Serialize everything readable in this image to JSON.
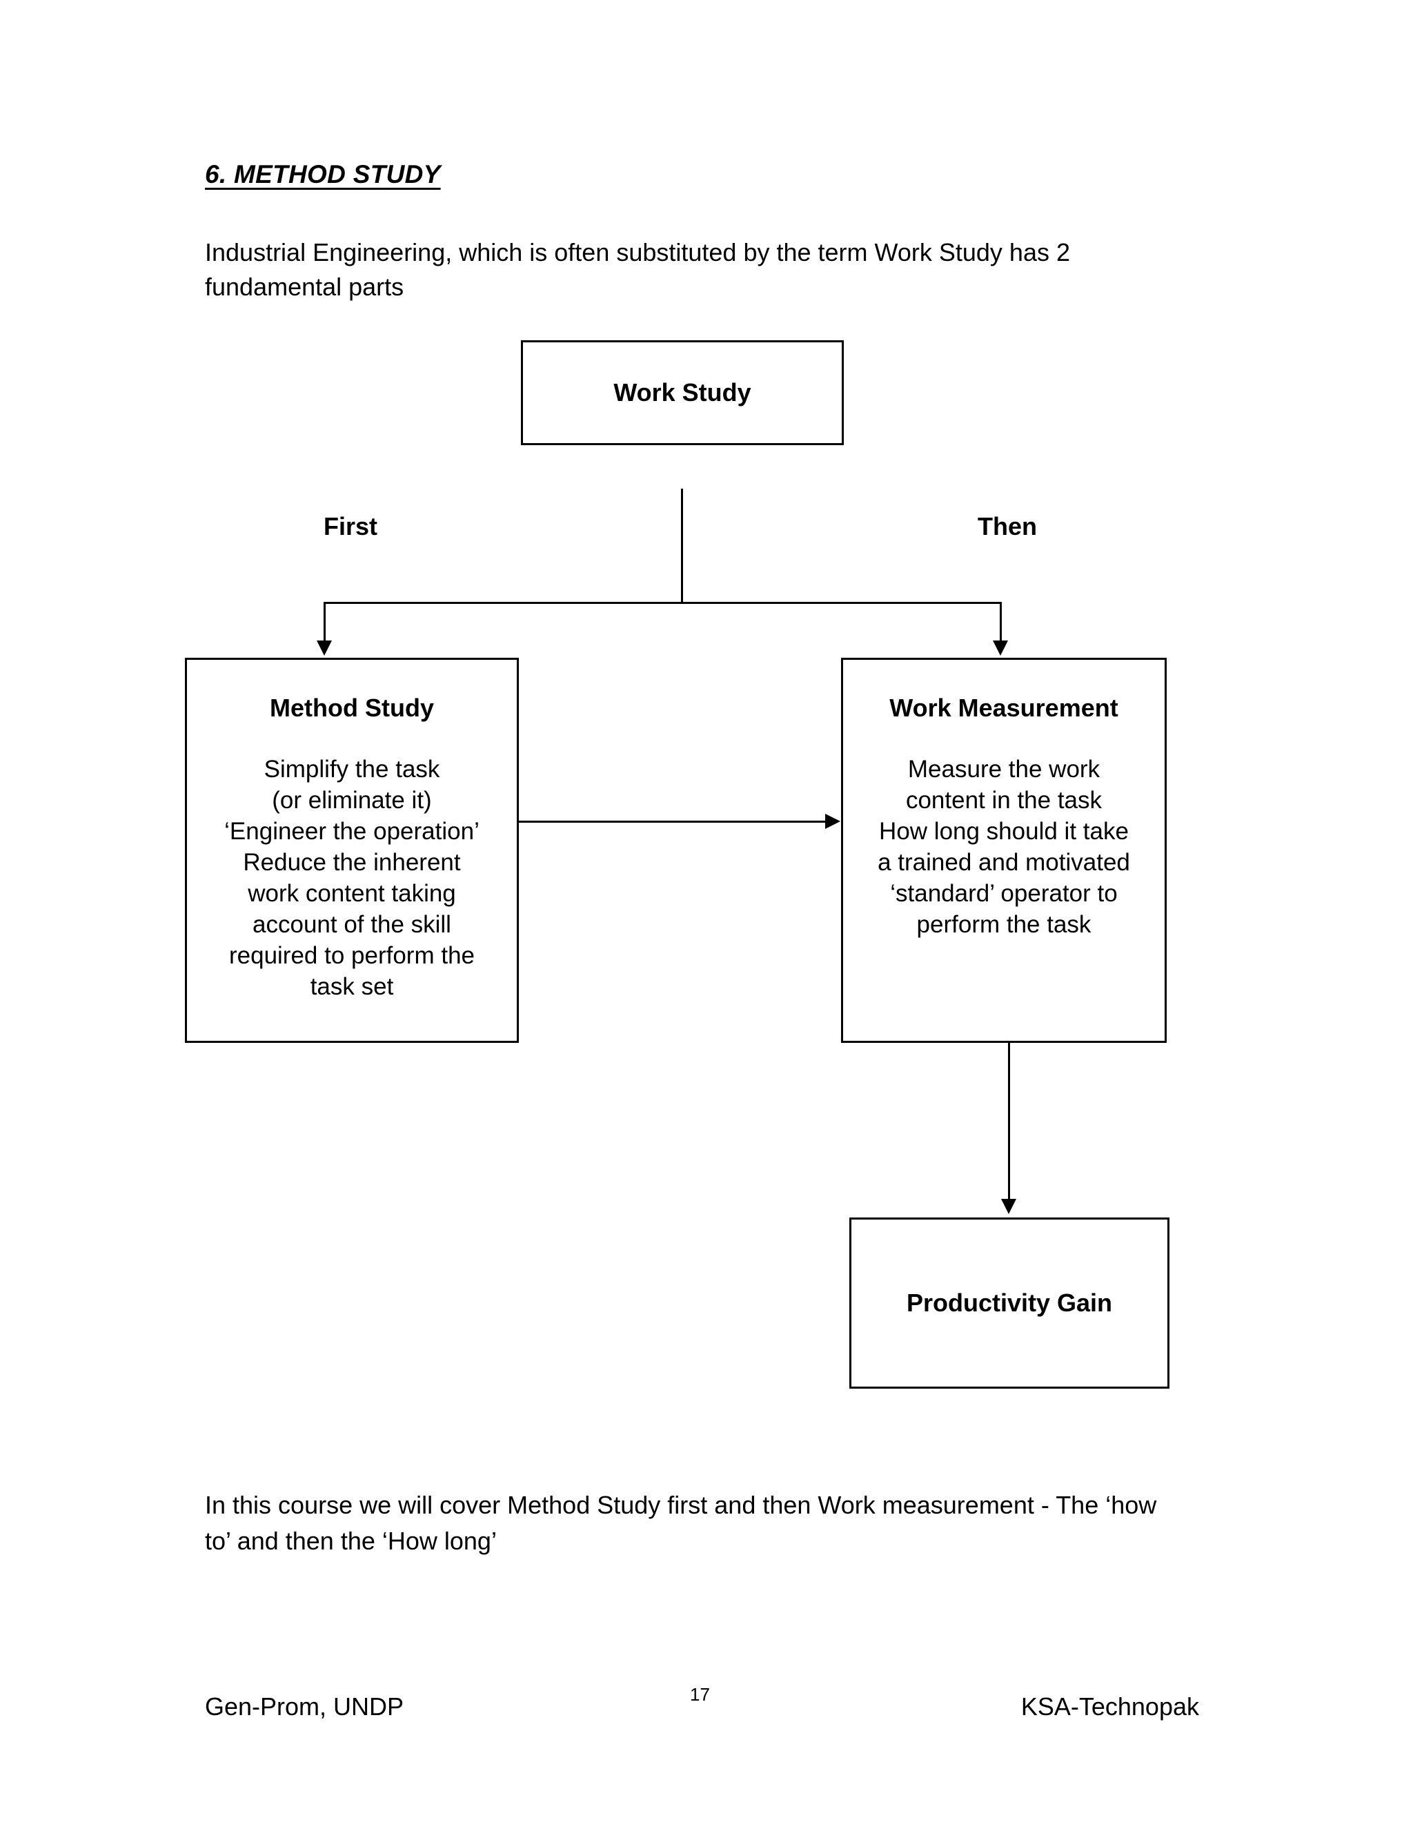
{
  "document": {
    "heading": "6. METHOD STUDY",
    "intro_paragraph": "Industrial Engineering, which is often substituted by the term Work Study has 2",
    "intro_paragraph_last_line": "fundamental parts",
    "closing_paragraph": "In this course we will cover Method Study first and then Work measurement - The ‘how to’ and then the ‘How long’"
  },
  "diagram": {
    "type": "flowchart",
    "root": {
      "title": "Work Study"
    },
    "branch_labels": {
      "left": "First",
      "right": "Then"
    },
    "nodes": [
      {
        "id": "method-study",
        "title": "Method Study",
        "body": "Simplify the task\n(or eliminate it)\n‘Engineer the operation’\nReduce the inherent\nwork content taking\naccount of the skill\nrequired to perform the\ntask set"
      },
      {
        "id": "work-measurement",
        "title": "Work Measurement",
        "body": "Measure the work\ncontent in the task\nHow long should it take\na trained and motivated\n‘standard’ operator to\nperform the task"
      },
      {
        "id": "productivity-gain",
        "title": "Productivity Gain",
        "body": ""
      }
    ],
    "edges": [
      {
        "from": "work-study",
        "to": "method-study",
        "label": "First"
      },
      {
        "from": "work-study",
        "to": "work-measurement",
        "label": "Then"
      },
      {
        "from": "method-study",
        "to": "work-measurement",
        "label": ""
      },
      {
        "from": "work-measurement",
        "to": "productivity-gain",
        "label": ""
      }
    ],
    "line_color": "#000000"
  },
  "footer": {
    "left": "Gen-Prom, UNDP",
    "page_number": "17",
    "right": "KSA-Technopak"
  }
}
